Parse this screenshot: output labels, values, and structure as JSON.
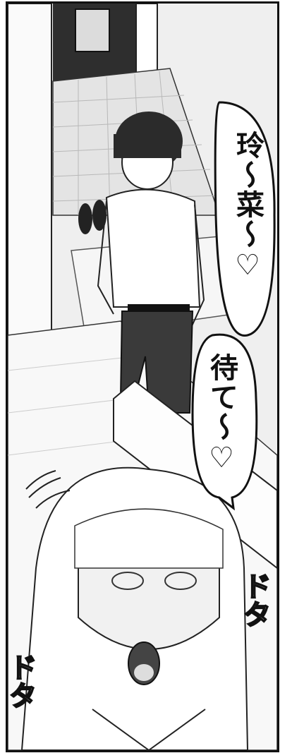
{
  "speech": {
    "bubble1": "玲〜菜〜♡",
    "bubble2": "待て〜♡"
  },
  "sfx": {
    "right": "ドタ",
    "left": "ドタ"
  }
}
